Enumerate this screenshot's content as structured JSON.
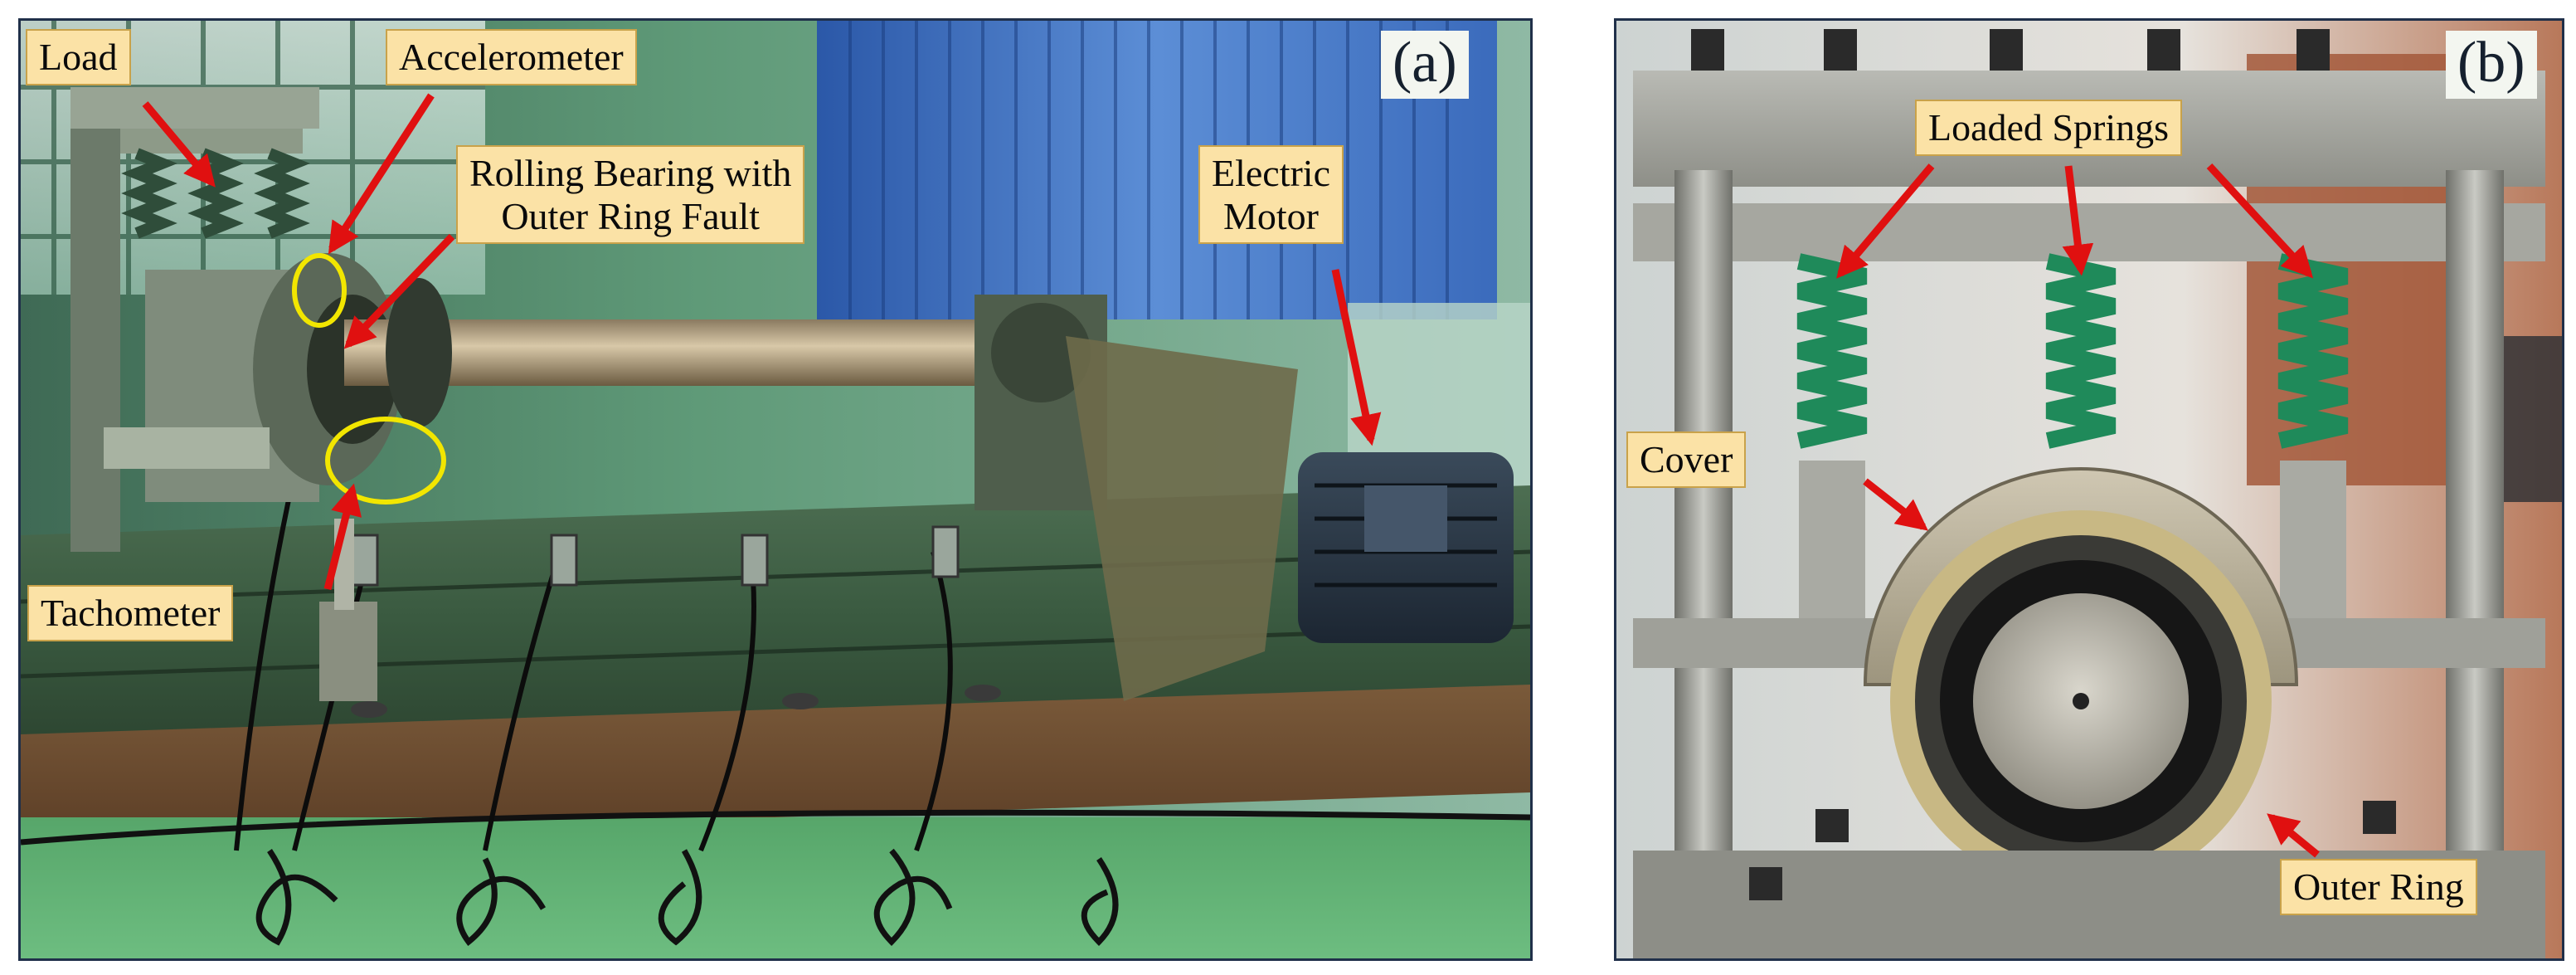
{
  "panel_a": {
    "tag": "(a)",
    "labels": {
      "load": "Load",
      "accelerometer": "Accelerometer",
      "bearing": "Rolling Bearing with Outer Ring Fault",
      "bearing_line1": "Rolling Bearing with",
      "bearing_line2": "Outer Ring Fault",
      "motor_line1": "Electric",
      "motor_line2": "Motor",
      "tachometer": "Tachometer"
    }
  },
  "panel_b": {
    "tag": "(b)",
    "labels": {
      "springs": "Loaded Springs",
      "cover": "Cover",
      "outer_ring": "Outer Ring"
    }
  },
  "colors": {
    "label_fill": "#fbe2a6",
    "arrow": "#e01010",
    "marker_ellipse": "#f2e600",
    "spring": "#1f8a5a",
    "bed": "#7a4a2a"
  }
}
